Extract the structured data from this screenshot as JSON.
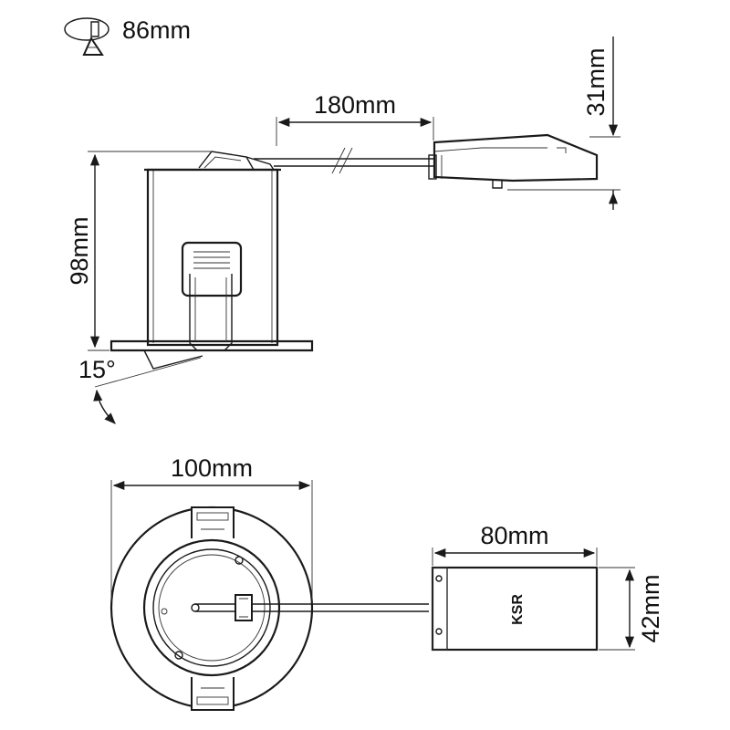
{
  "cutout": {
    "value": "86mm",
    "icon": "cutout-hole-icon"
  },
  "side_view": {
    "lead_length": "180mm",
    "driver_height": "31mm",
    "fitting_height": "98mm",
    "tilt_angle": "15°"
  },
  "bottom_view": {
    "bezel_diameter": "100mm",
    "driver_length": "80mm",
    "driver_width": "42mm",
    "driver_logo": "KSR"
  }
}
